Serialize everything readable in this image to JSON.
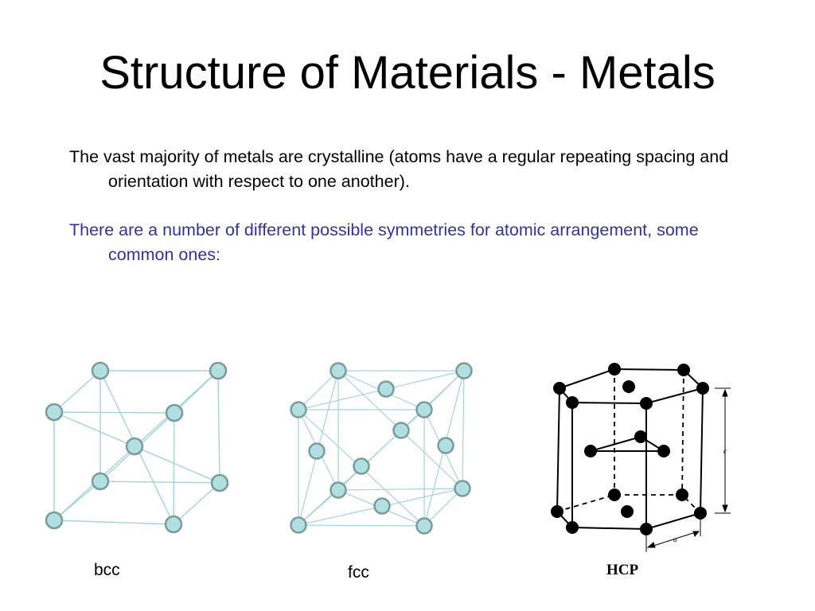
{
  "slide": {
    "title": "Structure of Materials - Metals",
    "paragraph1": "The vast majority of metals are crystalline (atoms have a regular repeating spacing and orientation with respect to one another).",
    "paragraph2": "There are a number of different possible symmetries for atomic arrangement, some common ones:"
  },
  "figures": {
    "bcc_label": "bcc",
    "fcc_label": "fcc",
    "hcp_label": "HCP",
    "hcp_c_label": "c",
    "hcp_a_label": "a"
  },
  "colors": {
    "atom_fill": "#b2dfdf",
    "atom_stroke": "#7a9a9e",
    "bond": "#a6d3d3",
    "paragraph2_text": "#333399"
  }
}
